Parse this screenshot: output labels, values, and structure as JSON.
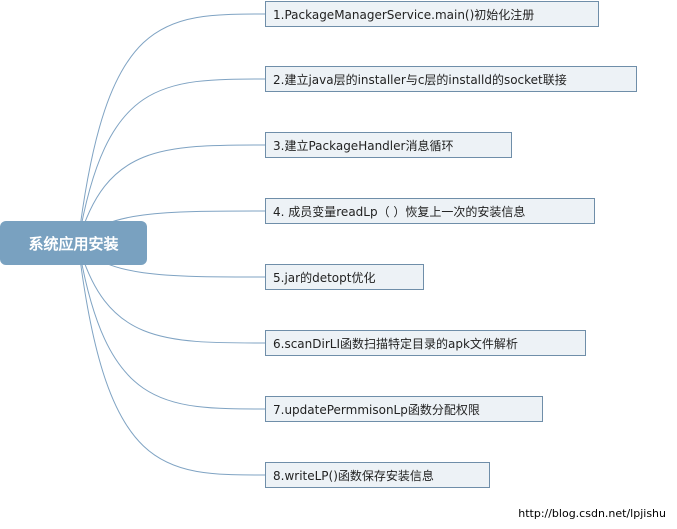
{
  "root": {
    "label": "系统应用安装"
  },
  "branches": [
    {
      "label": "1.PackageManagerService.main()初始化注册"
    },
    {
      "label": "2.建立java层的installer与c层的installd的socket联接"
    },
    {
      "label": "3.建立PackageHandler消息循环"
    },
    {
      "label": "4. 成员变量readLp（ ）恢复上一次的安装信息"
    },
    {
      "label": "5.jar的detopt优化"
    },
    {
      "label": "6.scanDirLI函数扫描特定目录的apk文件解析"
    },
    {
      "label": "7.updatePermmisonLp函数分配权限"
    },
    {
      "label": "8.writeLP()函数保存安装信息"
    }
  ],
  "watermark": "http://blog.csdn.net/lpjishu",
  "colors": {
    "root_fill": "#79a1c0",
    "node_border": "#6f8ea9",
    "node_fill": "#edf2f6",
    "link": "#7fa3c3"
  }
}
